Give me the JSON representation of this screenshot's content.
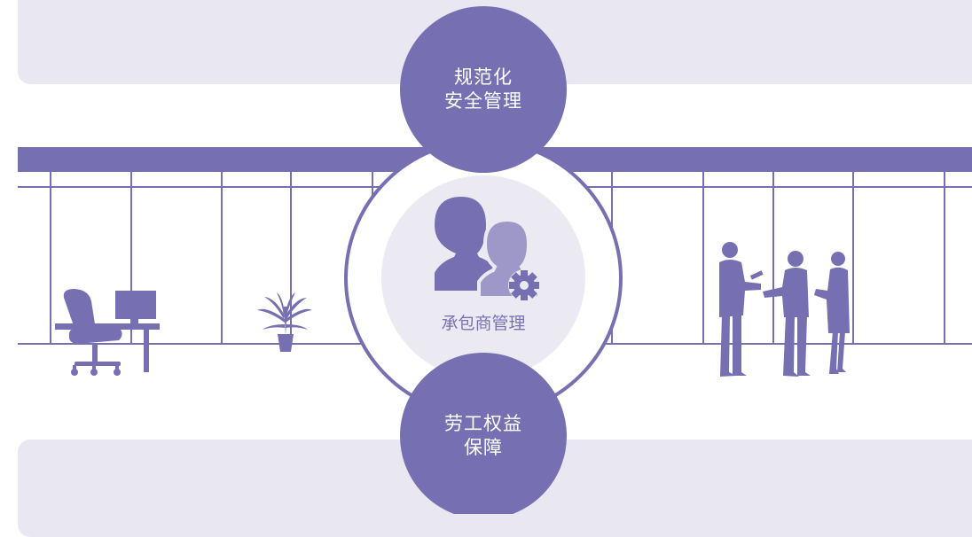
{
  "top_circle": {
    "line1": "规范化",
    "line2": "安全管理"
  },
  "center": {
    "label": "承包商管理",
    "icon": "contractor-people-gear-icon"
  },
  "bottom_circle": {
    "line1": "劳工权益",
    "line2": "保障"
  },
  "colors": {
    "accent": "#7670b3",
    "light": "#e9e8f2",
    "center_fill": "#ebeaf3"
  }
}
